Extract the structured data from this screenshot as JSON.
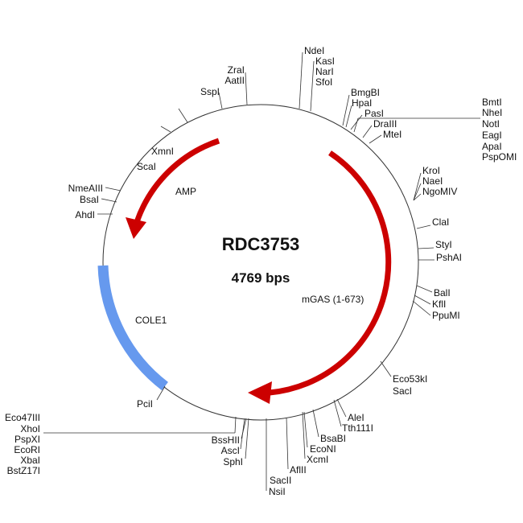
{
  "plasmid": {
    "name": "RDC3753",
    "size_label": "4769 bps"
  },
  "colors": {
    "backbone": "#333333",
    "gene": "#cc0000",
    "origin": "#6699ee"
  },
  "features": [
    {
      "name": "AMP",
      "type": "gene",
      "direction": "reverse"
    },
    {
      "name": "mGAS (1-673)",
      "type": "gene",
      "direction": "forward"
    },
    {
      "name": "COLE1",
      "type": "origin"
    }
  ],
  "enzymes": {
    "top": [
      "NdeI",
      "KasI",
      "NarI",
      "SfoI",
      "ZraI",
      "AatII",
      "SspI",
      "BmgBI",
      "HpaI",
      "PasI",
      "DraIII",
      "MteI"
    ],
    "right_cluster": [
      "BmtI",
      "NheI",
      "NotI",
      "EagI",
      "ApaI",
      "PspOMI"
    ],
    "right": [
      "KroI",
      "NaeI",
      "NgoMIV",
      "ClaI",
      "StyI",
      "PshAI",
      "BalI",
      "KflI",
      "PpuMI",
      "Eco53kI",
      "SacI"
    ],
    "bottom": [
      "AleI",
      "Tth111I",
      "BsaBI",
      "EcoNI",
      "XcmI",
      "AflII",
      "SacII",
      "NsiI",
      "BssHII",
      "AscI",
      "SphI",
      "PciI"
    ],
    "left_cluster": [
      "Eco47III",
      "XhoI",
      "PspXI",
      "EcoRI",
      "XbaI",
      "BstZ17I"
    ],
    "left": [
      "XmnI",
      "ScaI",
      "NmeAIII",
      "BsaI",
      "AhdI"
    ]
  }
}
